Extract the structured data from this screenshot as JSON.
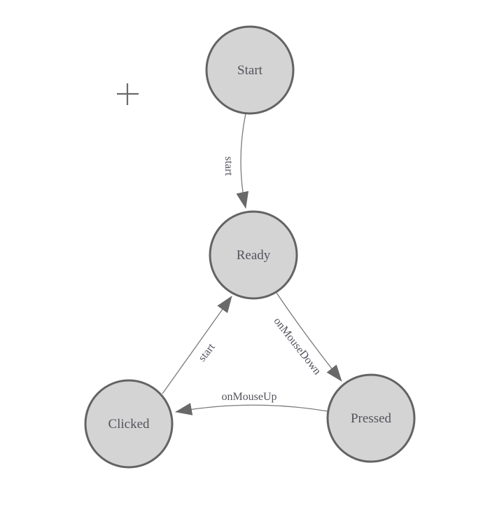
{
  "diagram": {
    "type": "state-machine",
    "nodes": [
      {
        "id": "start",
        "label": "Start"
      },
      {
        "id": "ready",
        "label": "Ready"
      },
      {
        "id": "clicked",
        "label": "Clicked"
      },
      {
        "id": "pressed",
        "label": "Pressed"
      }
    ],
    "edges": [
      {
        "from": "start",
        "to": "ready",
        "label": "start"
      },
      {
        "from": "ready",
        "to": "pressed",
        "label": "onMouseDown"
      },
      {
        "from": "pressed",
        "to": "clicked",
        "label": "onMouseUp"
      },
      {
        "from": "clicked",
        "to": "ready",
        "label": "start"
      }
    ],
    "cursor_icon": "crosshair",
    "colors": {
      "background": "#ffffff",
      "node_fill": "#d4d4d4",
      "node_stroke": "#636363",
      "edge_stroke": "#7a7a7a",
      "arrow_fill": "#696969",
      "text": "#53535c",
      "cursor": "#6a6a6a"
    }
  }
}
